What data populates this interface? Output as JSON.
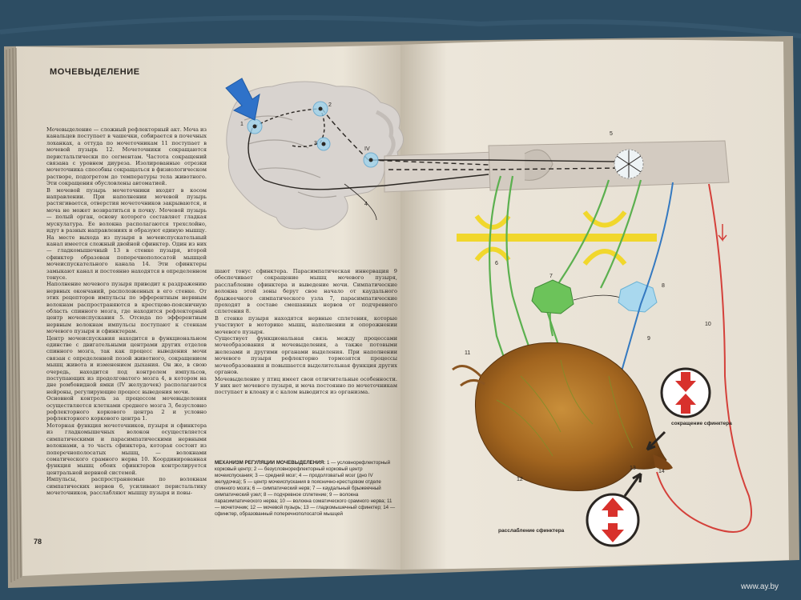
{
  "page": {
    "section_title": "МОЧЕВЫДЕЛЕНИЕ",
    "page_number": "78",
    "watermark": "www.ay.by"
  },
  "text": {
    "col1": "Мочевыделение — сложный рефлекторный акт. Моча из канальцев поступает в чашечки, собирается в почечных лоханках, а оттуда по мочеточникам 11 поступает в мочевой пузырь 12. Мочеточники сокращаются перистальтически по сегментам. Частота сокращений связана с уровнем диуреза. Изолированные отрезки мочеточника способны сокращаться в физиологическом растворе, подогретом до температуры тела животного. Эти сокращения обусловлены автоматией.\n В мочевой пузырь мочеточники входят в косом направлении. При наполнении мочевой пузырь растягивается, отверстия мочеточников закрываются, и моча не может возвратиться в почку. Мочевой пузырь — полый орган, основу которого составляет гладкая мускулатура. Ее волокна располагаются трехслойно, идут в разных направлениях и образуют единую мышцу. На месте выхода из пузыря в мочеиспускательный канал имеется сложный двойной сфинктер. Один из них — гладкомышечный 13 в стенке пузыря, второй сфинктер образован поперечнополосатой мышцей мочеиспускательного канала 14. Эти сфинктеры замыкают канал и постоянно находятся в определенном тонусе.\n Наполнение мочевого пузыря приводит к раздражению нервных окончаний, расположенных в его стенке. От этих рецепторов импульсы по эфферентным нервным волокнам распространяются в крестцово-поясничную область спинного мозга, где находится рефлекторный центр мочеиспускания 5. Отсюда по эфферентным нервным волокнам импульсы поступают к стенкам мочевого пузыря и сфинктерам.\n Центр мочеиспускания находится в функциональном единстве с двигательными центрами других отделов спинного мозга, так как процесс выведения мочи связан с определенной позой животного, сокращением мышц живота и изменением дыхания. Он же, в свою очередь, находится под контролем импульсов, поступающих из продолговатого мозга 4, в котором на дне ромбовидной ямки (IV желудочек) располагаются нейроны, регулирующие процесс выведения мочи.\n Основной контроль за процессом мочевыделения осуществляется клетками среднего мозга 3, безусловно рефлекторного коркового центра 2 и условно рефлекторного коркового центра 1.\n Моторная функция мочеточников, пузыря и сфинктера из гладкомышечных волокон осуществляется симпатическими и парасимпатическими нервными волокнами, а то часть сфинктера, которая состоит из поперечнополосатых мышц, — волокнами соматического срамного нерва 10. Координированная функция мышц обоих сфинктеров контролируется центральной нервной системой.\n Импульсы, распространяемые по волокнам симпатических нервов 6, усиливают перистальтику мочеточников, расслабляют мышцу пузыря и повы-",
    "col2": "шают тонус сфинктера. Парасимпатическая иннервация 9 обеспечивает сокращение мышц мочевого пузыря, расслабление сфинктера и выведение мочи. Симпатические волокна этой зоны берут свое начало от каудального брыжеечного симпатического узла 7, парасимпатические проходят в составе смешанных нервов от подчревного сплетения 8.\n В стенке пузыря находятся нервные сплетения, которые участвуют в моторике мышц, наполнении и опорожнении мочевого пузыря.\n Существует функциональная связь между процессами мочеобразования и мочевыделения, а также потовыми железами и другими органами выделения. При наполнении мочевого пузыря рефлекторно тормозятся процессы мочеобразования и повышается выделительная функция других органов.\n Мочевыделение у птиц имеет свои отличительные особенности. У них нет мочевого пузыря, и моча постоянно по мочеточникам поступает в клоаку и с калом выводится из организма.",
    "caption_title": "МЕХАНИЗМ РЕГУЛЯЦИИ МОЧЕВЫДЕЛЕНИЯ:",
    "caption_body": " 1 — условнорефлекторный корковый центр; 2 — безусловнорефлекторный корковый центр мочеиспускания; 3 — средний мозг; 4 — продолговатый мозг (дно IV желудочка); 5 — центр мочеиспускания в пояснично-крестцовом отделе спинного мозга; 6 — симпатический нерв; 7 — каудальный брыжеечный симпатический узел; 8 — подчревное сплетение; 9 — волокна парасимпатического нерва; 10 — волокна соматического срамного нерва; 11 — мочеточник; 12 — мочевой пузырь; 13 — гладкомышечный сфинктер; 14 — сфинктер, образованный поперечнополосатой мышцей"
  },
  "figure_labels": {
    "n1": "1",
    "n2": "2",
    "n3": "3",
    "n4": "4",
    "n5": "5",
    "n6": "6",
    "n7": "7",
    "n8": "8",
    "n9": "9",
    "n10": "10",
    "n11": "11",
    "n12": "12",
    "n13": "13",
    "n14": "14",
    "iv": "IV",
    "contraction": "сокращение сфинктера",
    "relaxation": "расслабление сфинктера"
  },
  "colors": {
    "background": "#2d4d63",
    "page": "#ece6da",
    "brain": "#d8d3cf",
    "symp_nerve_yellow": "#f1d72c",
    "green_nerve": "#5bb04f",
    "blue_nerve": "#3479c0",
    "red_nerve": "#d4403a",
    "bladder": "#a56a24",
    "arrow_red": "#d8312c"
  },
  "icons": [
    "blue-arrow-icon",
    "contraction-arrows-icon",
    "relaxation-arrows-icon"
  ]
}
